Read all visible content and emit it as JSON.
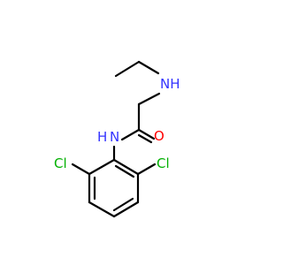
{
  "colors": {
    "bond": "#000000",
    "nitrogen": "#3333ff",
    "oxygen": "#ff0000",
    "chlorine": "#00b000"
  },
  "atoms": {
    "amine_nh": "NH",
    "amide_n": "N",
    "amide_h": "H",
    "carbonyl_o": "O",
    "cl_left": "Cl",
    "cl_right": "Cl"
  }
}
